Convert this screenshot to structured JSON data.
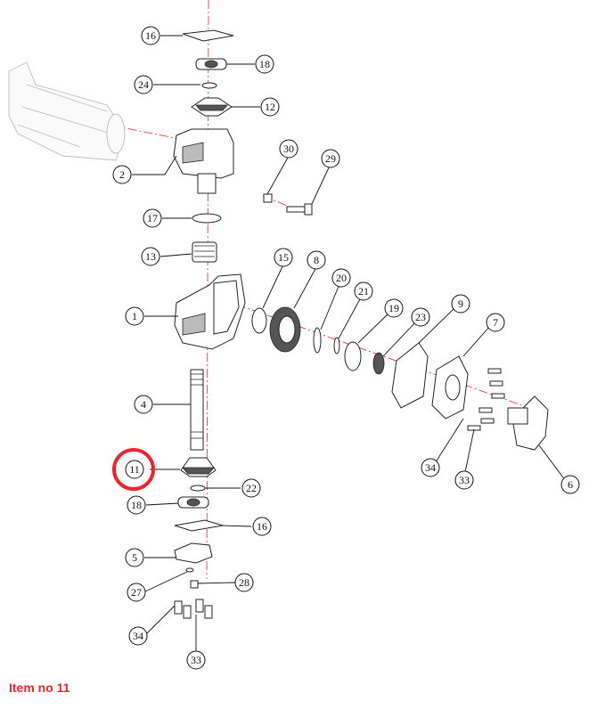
{
  "caption": "Item no 11",
  "highlight_color": "#e8262b",
  "axis_color": "#e23b3b",
  "callouts": [
    "16",
    "18",
    "24",
    "12",
    "2",
    "30",
    "29",
    "17",
    "13",
    "15",
    "8",
    "20",
    "21",
    "19",
    "23",
    "9",
    "7",
    "1",
    "4",
    "11",
    "22",
    "18",
    "16",
    "5",
    "27",
    "28",
    "34",
    "33",
    "34",
    "33",
    "6"
  ]
}
